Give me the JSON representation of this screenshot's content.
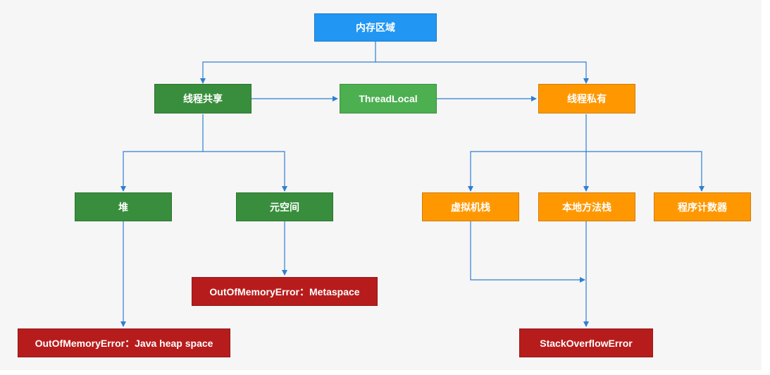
{
  "colors": {
    "root": "#2196f3",
    "shared": "#388e3c",
    "threadlocal": "#4caf50",
    "private": "#ff9800",
    "error": "#b71c1c",
    "edge": "#2f7fd1"
  },
  "nodes": {
    "root": "内存区域",
    "shared": "线程共享",
    "threadlocal": "ThreadLocal",
    "private": "线程私有",
    "heap": "堆",
    "metaspace": "元空间",
    "vm_stack": "虚拟机栈",
    "native_stack": "本地方法栈",
    "pc_counter": "程序计数器",
    "oom_metaspace": "OutOfMemoryError：Metaspace",
    "oom_heap": "OutOfMemoryError：Java heap space",
    "stackoverflow": "StackOverflowError"
  }
}
